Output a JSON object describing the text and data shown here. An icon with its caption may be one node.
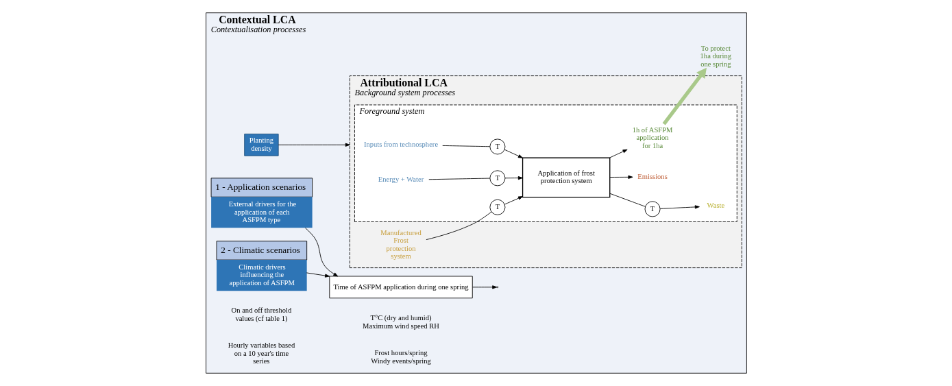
{
  "diagram": {
    "nodes": [
      {
        "text": [
          "Contextual LCA",
          "Contextualisation processes"
        ]
      },
      {
        "text": [
          "Attributional LCA",
          "Background system processes"
        ],
        "in": 0
      },
      {
        "text": [
          "Foreground system"
        ],
        "in": 1
      },
      {
        "text": [
          "Planting density"
        ],
        "in": 0
      },
      {
        "text": [
          "Inputs from technosphere"
        ],
        "in": 2
      },
      {
        "text": [
          "Energy + Water"
        ],
        "in": 2
      },
      {
        "text": [
          "T"
        ],
        "in": 2
      },
      {
        "text": [
          "T"
        ],
        "in": 2
      },
      {
        "text": [
          "Manufactured Frost protection system"
        ],
        "in": 1
      },
      {
        "text": [
          "T"
        ],
        "in": 2
      },
      {
        "text": [
          "Application of frost protection system"
        ],
        "in": 2
      },
      {
        "text": [
          "1h of ASFPM application for 1ha"
        ],
        "in": 2
      },
      {
        "text": [
          "Emissions"
        ],
        "in": 2
      },
      {
        "text": [
          "T"
        ],
        "in": 2
      },
      {
        "text": [
          "Waste"
        ],
        "in": 2
      },
      {
        "text": [
          "Time of ASFPM application during one spring"
        ],
        "in": 0
      },
      {
        "text": [
          "To protect 1ha during one spring"
        ],
        "in": 0
      },
      {
        "text": [
          "1 - Application scenarios",
          "External drivers for the application of each ASFPM type"
        ],
        "in": 0
      },
      {
        "text": [
          "2 - Climatic scenarios",
          "Climatic drivers influencing the application of ASFPM"
        ],
        "in": 0
      }
    ],
    "edges": [
      {
        "from": 3,
        "to": 1,
        "arrow": "to"
      },
      {
        "from": 4,
        "to": 6,
        "arrow": "none"
      },
      {
        "from": 6,
        "to": 10,
        "arrow": "to"
      },
      {
        "from": 5,
        "to": 7,
        "arrow": "none"
      },
      {
        "from": 7,
        "to": 10,
        "arrow": "to"
      },
      {
        "from": 8,
        "to": 9,
        "arrow": "none"
      },
      {
        "from": 9,
        "to": 10,
        "arrow": "to"
      },
      {
        "from": 10,
        "to": 11,
        "arrow": "to"
      },
      {
        "from": 10,
        "to": 12,
        "arrow": "to"
      },
      {
        "from": 10,
        "to": 13,
        "arrow": "none"
      },
      {
        "from": 13,
        "to": 14,
        "arrow": "to"
      },
      {
        "from": 11,
        "to": 16,
        "arrow": "to",
        "style": "thick",
        "color": "#a9c98a"
      },
      {
        "from": 15,
        "to": null,
        "arrow": "to"
      },
      {
        "from": 17,
        "to": 15,
        "arrow": "to"
      },
      {
        "from": 18,
        "to": 15,
        "arrow": "to"
      }
    ],
    "labels": [
      "On and off threshold values (cf table 1)",
      "T°C (dry and humid) Maximum wind speed RH",
      "Hourly variables based on a 10 year's time series",
      "Frost hours/spring Windy events/spring"
    ]
  }
}
